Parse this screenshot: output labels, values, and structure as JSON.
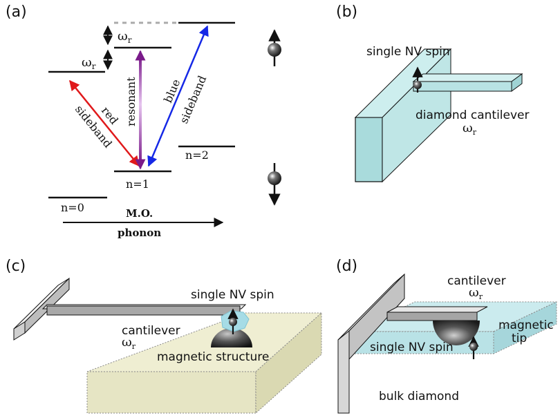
{
  "panel_a": {
    "label": "(a)",
    "omega_upper": "ω",
    "omega_upper_sub": "r",
    "omega_lower": "ω",
    "omega_lower_sub": "r",
    "red_line1": "red",
    "red_line2": "sideband",
    "resonant": "resonant",
    "blue_line1": "blue",
    "blue_line2": "sideband",
    "n2": "n=2",
    "n1": "n=1",
    "n0": "n=0",
    "mo": "M.O.",
    "phonon": "phonon",
    "colors": {
      "red": "#e0191b",
      "blue": "#1528e6",
      "resonant": "#7a1a8a"
    }
  },
  "panel_b": {
    "label": "(b)",
    "nv": "single NV spin",
    "cantilever": "diamond cantilever",
    "omega": "ω",
    "omega_sub": "r"
  },
  "panel_c": {
    "label": "(c)",
    "nv": "single NV spin",
    "cantilever": "cantilever",
    "omega": "ω",
    "omega_sub": "r",
    "structure": "magnetic structure"
  },
  "panel_d": {
    "label": "(d)",
    "cantilever": "cantilever",
    "omega": "ω",
    "omega_sub": "r",
    "tip_line1": "magnetic",
    "tip_line2": "tip",
    "nv": "single NV spin",
    "bulk": "bulk diamond"
  }
}
